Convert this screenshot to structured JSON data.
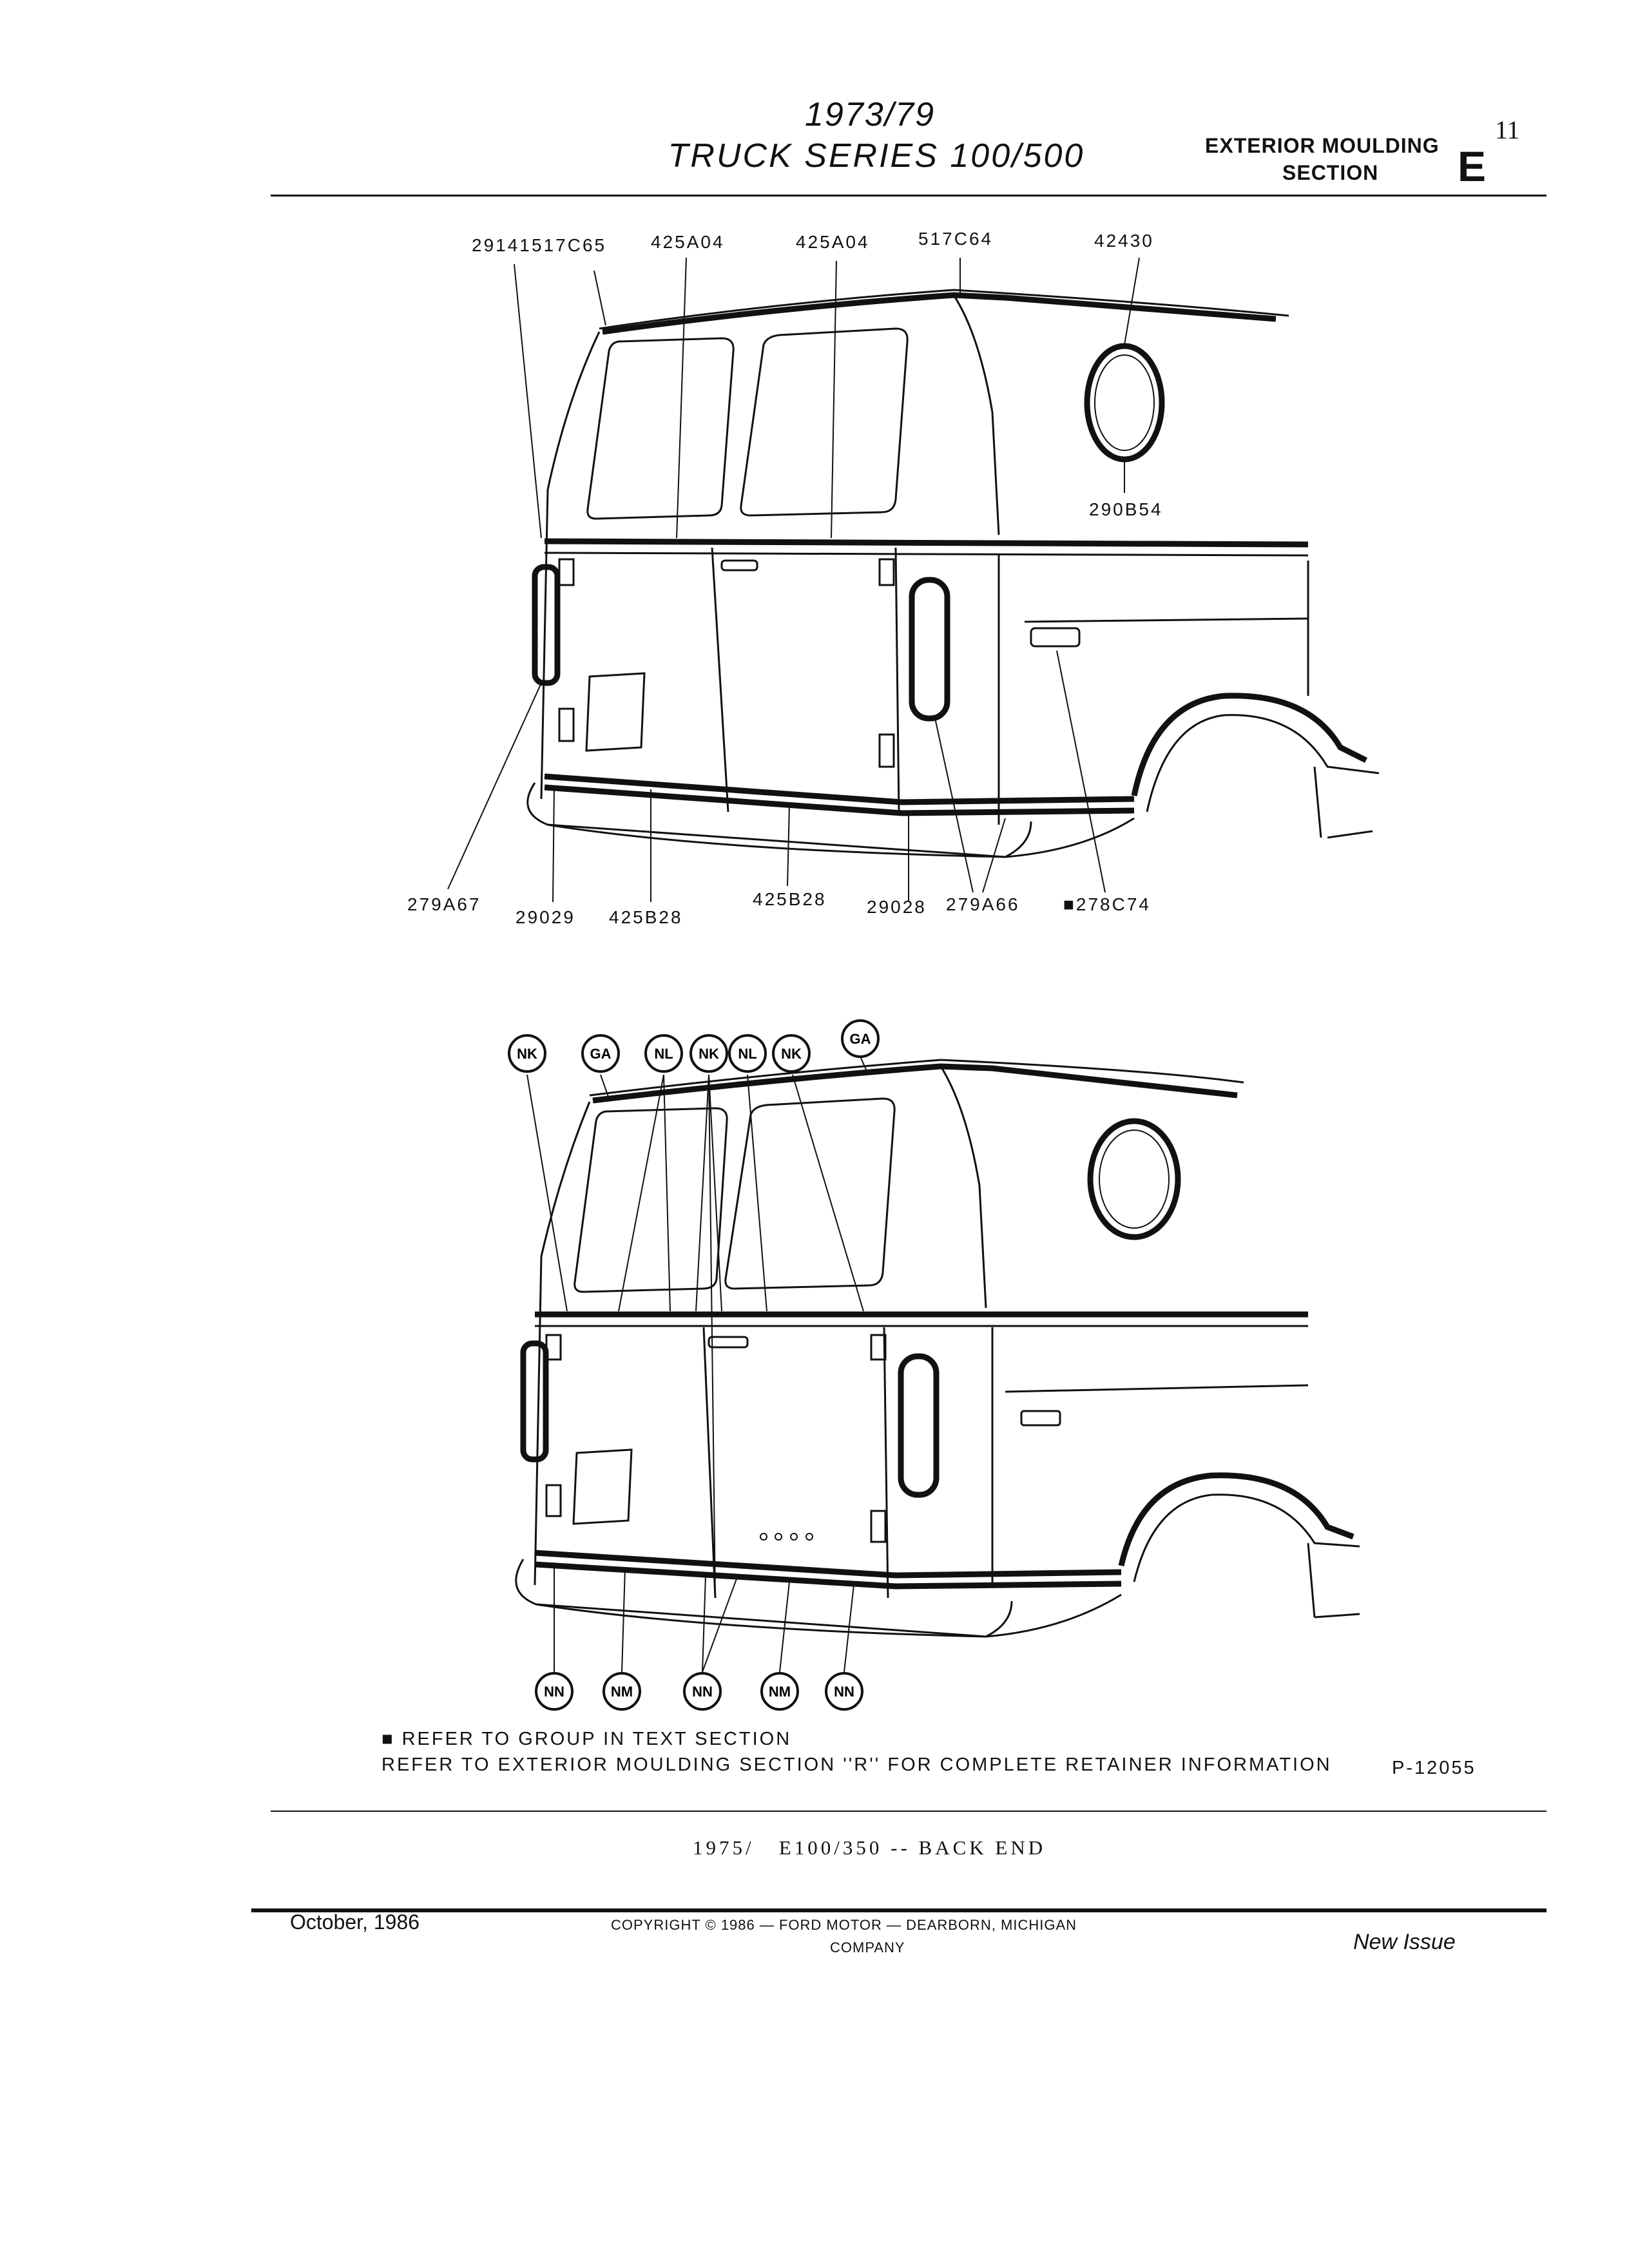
{
  "header": {
    "years": "1973/79",
    "series": "TRUCK SERIES 100/500",
    "section_line1": "EXTERIOR MOULDING",
    "section_line2": "SECTION",
    "section_letter": "E",
    "page_number": "11"
  },
  "diagram1": {
    "callouts_top": [
      "29141",
      "517C65",
      "425A04",
      "425A04",
      "517C64",
      "42430"
    ],
    "callout_right": "290B54",
    "callouts_bottom": [
      "279A67",
      "29029",
      "425B28",
      "425B28",
      "29028",
      "279A66",
      "■278C74"
    ]
  },
  "diagram2": {
    "badges_top": [
      "NK",
      "GA",
      "NL",
      "NK",
      "NL",
      "NK",
      "GA"
    ],
    "badges_bottom": [
      "NN",
      "NM",
      "NN",
      "NM",
      "NN"
    ]
  },
  "notes": {
    "line1": "■ REFER TO GROUP IN TEXT SECTION",
    "line2": "REFER TO EXTERIOR MOULDING SECTION ''R'' FOR COMPLETE RETAINER INFORMATION",
    "plate": "P-12055"
  },
  "caption": "1975/   E100/350 -- BACK END",
  "footer": {
    "date": "October, 1986",
    "copyright_line1": "COPYRIGHT © 1986  —  FORD MOTOR  —  DEARBORN, MICHIGAN",
    "copyright_line2": "COMPANY",
    "issue": "New Issue"
  }
}
